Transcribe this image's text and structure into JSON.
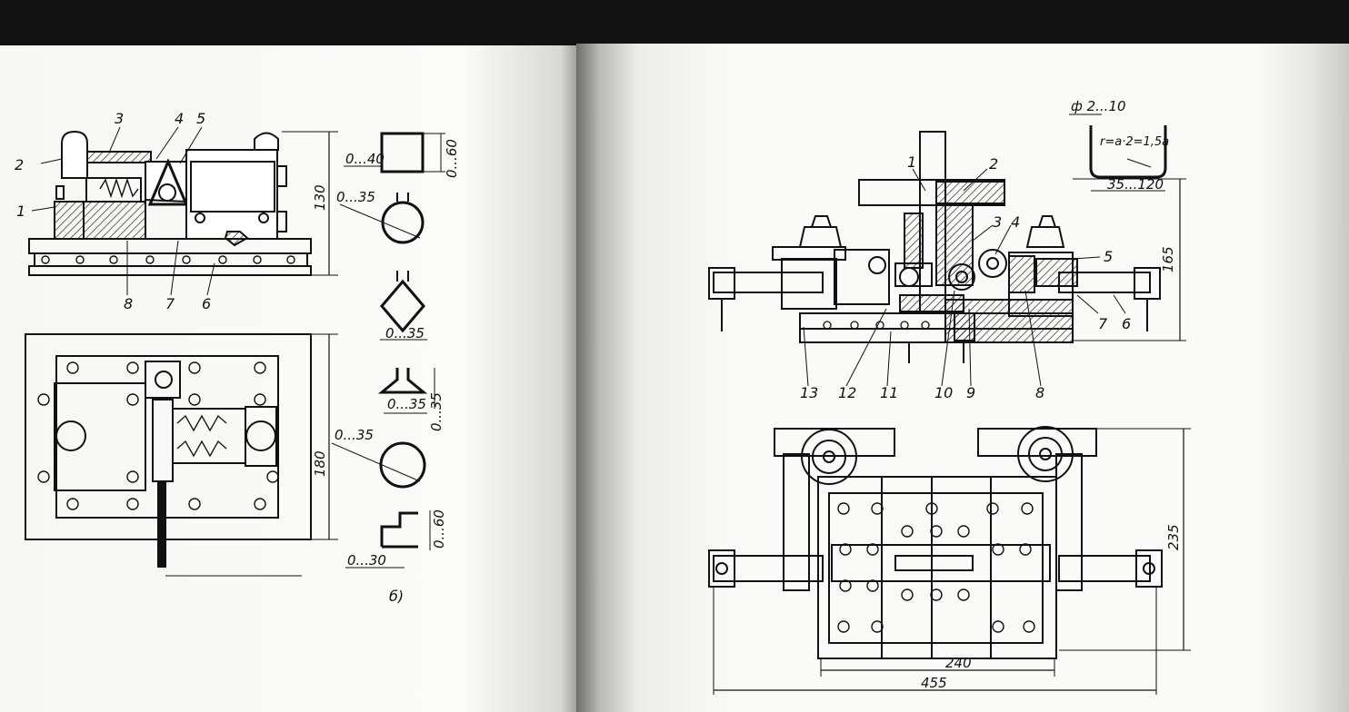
{
  "left_page": {
    "section_view": {
      "part_numbers": [
        "3",
        "4",
        "5",
        "2",
        "1",
        "8",
        "7",
        "6"
      ],
      "height_dimension": "130"
    },
    "plan_view": {
      "height_dimension": "180"
    },
    "profiles": {
      "square_tube": {
        "width": "0...40",
        "height": "0...60"
      },
      "split_tube": {
        "diameter": "0...35"
      },
      "diamond": {
        "width": "0...35"
      },
      "funnel": {
        "width": "0...35",
        "height": "0...35"
      },
      "round_tube": {
        "diameter": "0...35"
      },
      "angle": {
        "width": "0...30",
        "height": "0...60"
      },
      "caption": "б)"
    }
  },
  "right_page": {
    "front_view": {
      "part_numbers": [
        "1",
        "2",
        "3",
        "4",
        "5",
        "7",
        "6",
        "13",
        "12",
        "11",
        "10",
        "9",
        "8"
      ],
      "height_dimension": "165"
    },
    "wire_sketch": {
      "diameter": "ф 2...10",
      "radius_formula": "r=a·2=1,5a",
      "width": "35...120"
    },
    "plan_view": {
      "height_dimension": "235",
      "inner_width": "240",
      "overall_width": "455"
    }
  }
}
